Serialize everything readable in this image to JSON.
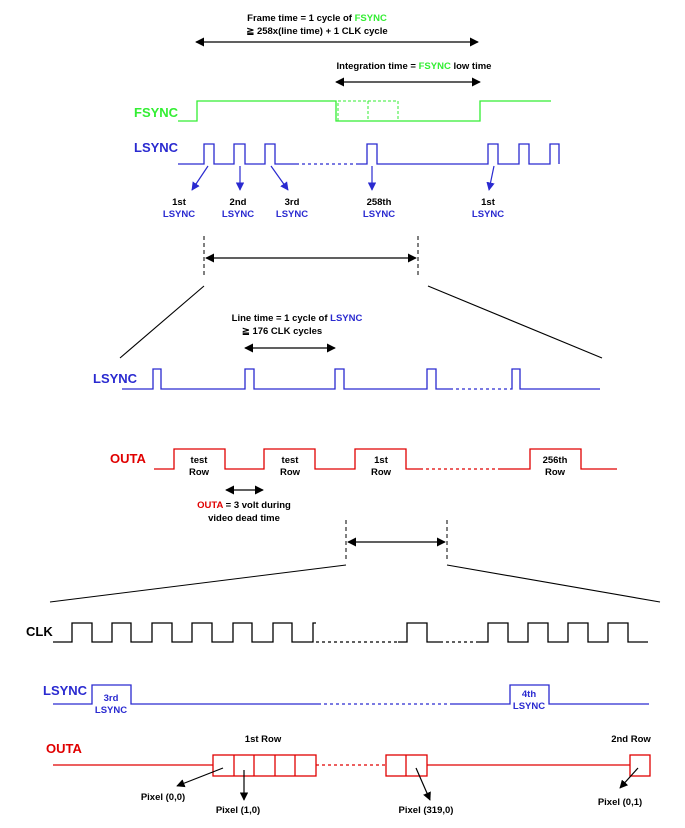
{
  "colors": {
    "fsync": "#33ee33",
    "lsync": "#2a2ad0",
    "outa": "#e00000",
    "black": "#000000"
  },
  "top": {
    "frame_line1_prefix": "Frame time = 1 cycle of ",
    "frame_line1_signal": "FSYNC",
    "frame_line2": "≧ 258x(line time) + 1 CLK cycle",
    "integ_prefix": "Integration time = ",
    "integ_signal": "FSYNC",
    "integ_suffix": " low time",
    "fsync_label": "FSYNC",
    "lsync_label": "LSYNC",
    "pulses": [
      {
        "ord": "1st",
        "sig": "LSYNC"
      },
      {
        "ord": "2nd",
        "sig": "LSYNC"
      },
      {
        "ord": "3rd",
        "sig": "LSYNC"
      },
      {
        "ord": "258th",
        "sig": "LSYNC"
      },
      {
        "ord": "1st",
        "sig": "LSYNC"
      }
    ]
  },
  "middle": {
    "line_time_prefix": "Line time = 1 cycle of ",
    "line_time_signal": "LSYNC",
    "line_time_line2": "≧ 176 CLK cycles",
    "lsync_label": "LSYNC",
    "outa_label": "OUTA",
    "rows": [
      {
        "line1": "test",
        "line2": "Row"
      },
      {
        "line1": "test",
        "line2": "Row"
      },
      {
        "line1": "1st",
        "line2": "Row"
      },
      {
        "line1": "256th",
        "line2": "Row"
      }
    ],
    "outa_note_signal": "OUTA",
    "outa_note_rest": " = 3 volt during",
    "outa_note_line2": "video dead time"
  },
  "bottom": {
    "clk_label": "CLK",
    "lsync_label": "LSYNC",
    "outa_label": "OUTA",
    "lsync_3rd_line1": "3rd",
    "lsync_3rd_line2": "LSYNC",
    "lsync_4th_line1": "4th",
    "lsync_4th_line2": "LSYNC",
    "row1_label": "1st Row",
    "row2_label": "2nd Row",
    "pixels": [
      "Pixel (0,0)",
      "Pixel (1,0)",
      "Pixel (319,0)",
      "Pixel (0,1)"
    ]
  }
}
